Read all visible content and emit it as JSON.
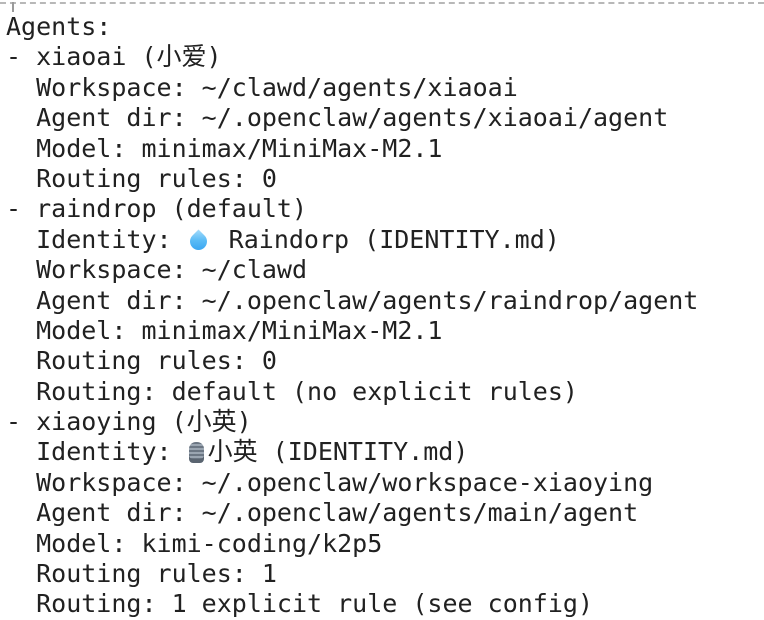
{
  "colors": {
    "background": "#ffffff",
    "text": "#212121",
    "border_dashed": "#b8b8b8",
    "droplet_blue": "#2f9ff0",
    "microphone_gray": "#8a95a1"
  },
  "frame": {
    "top_border": "dashed-line",
    "left_tick": "corner-tick"
  },
  "lines": [
    {
      "name": "agents-header-line",
      "segments": [
        {
          "t": "text",
          "v": "Agents:"
        }
      ]
    },
    {
      "name": "agent-name-line",
      "segments": [
        {
          "t": "text",
          "v": "- xiaoai (小爱)"
        }
      ]
    },
    {
      "name": "workspace-line",
      "segments": [
        {
          "t": "text",
          "v": "  Workspace: ~/clawd/agents/xiaoai"
        }
      ]
    },
    {
      "name": "agent-dir-line",
      "segments": [
        {
          "t": "text",
          "v": "  Agent dir: ~/.openclaw/agents/xiaoai/agent"
        }
      ]
    },
    {
      "name": "model-line",
      "segments": [
        {
          "t": "text",
          "v": "  Model: minimax/MiniMax-M2.1"
        }
      ]
    },
    {
      "name": "routing-rules-line",
      "segments": [
        {
          "t": "text",
          "v": "  Routing rules: 0"
        }
      ]
    },
    {
      "name": "agent-name-line",
      "segments": [
        {
          "t": "text",
          "v": "- raindrop (default)"
        }
      ]
    },
    {
      "name": "identity-line",
      "segments": [
        {
          "t": "text",
          "v": "  Identity: "
        },
        {
          "t": "icon",
          "v": "droplet-icon"
        },
        {
          "t": "text",
          "v": " Raindorp (IDENTITY.md)"
        }
      ]
    },
    {
      "name": "workspace-line",
      "segments": [
        {
          "t": "text",
          "v": "  Workspace: ~/clawd"
        }
      ]
    },
    {
      "name": "agent-dir-line",
      "segments": [
        {
          "t": "text",
          "v": "  Agent dir: ~/.openclaw/agents/raindrop/agent"
        }
      ]
    },
    {
      "name": "model-line",
      "segments": [
        {
          "t": "text",
          "v": "  Model: minimax/MiniMax-M2.1"
        }
      ]
    },
    {
      "name": "routing-rules-line",
      "segments": [
        {
          "t": "text",
          "v": "  Routing rules: 0"
        }
      ]
    },
    {
      "name": "routing-line",
      "segments": [
        {
          "t": "text",
          "v": "  Routing: default (no explicit rules)"
        }
      ]
    },
    {
      "name": "agent-name-line",
      "segments": [
        {
          "t": "text",
          "v": "- xiaoying (小英)"
        }
      ]
    },
    {
      "name": "identity-line",
      "segments": [
        {
          "t": "text",
          "v": "  Identity: "
        },
        {
          "t": "icon",
          "v": "studio-microphone-icon"
        },
        {
          "t": "text",
          "v": "小英 (IDENTITY.md)"
        }
      ]
    },
    {
      "name": "workspace-line",
      "segments": [
        {
          "t": "text",
          "v": "  Workspace: ~/.openclaw/workspace-xiaoying"
        }
      ]
    },
    {
      "name": "agent-dir-line",
      "segments": [
        {
          "t": "text",
          "v": "  Agent dir: ~/.openclaw/agents/main/agent"
        }
      ]
    },
    {
      "name": "model-line",
      "segments": [
        {
          "t": "text",
          "v": "  Model: kimi-coding/k2p5"
        }
      ]
    },
    {
      "name": "routing-rules-line",
      "segments": [
        {
          "t": "text",
          "v": "  Routing rules: 1"
        }
      ]
    },
    {
      "name": "clipped-partial-line",
      "segments": [
        {
          "t": "text",
          "v": "  Routing: 1 explicit rule (see config)"
        }
      ]
    }
  ]
}
